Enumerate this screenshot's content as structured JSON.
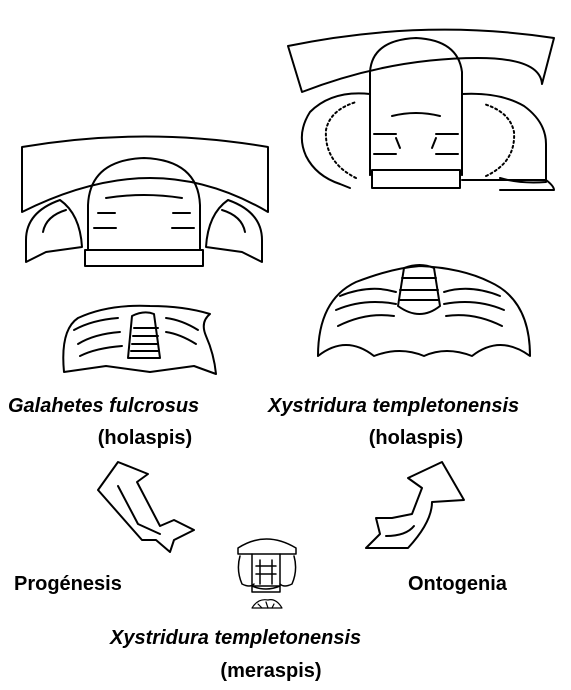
{
  "labels": {
    "left_species": "Galahetes fulcrosus",
    "left_stage": "(holaspis)",
    "right_species": "Xystridura templetonensis",
    "right_stage": "(holaspis)",
    "bottom_species": "Xystridura templetonensis",
    "bottom_stage": "(meraspis)",
    "left_process": "Progénesis",
    "right_process": "Ontogenia"
  },
  "colors": {
    "line": "#000000",
    "background": "#ffffff"
  }
}
